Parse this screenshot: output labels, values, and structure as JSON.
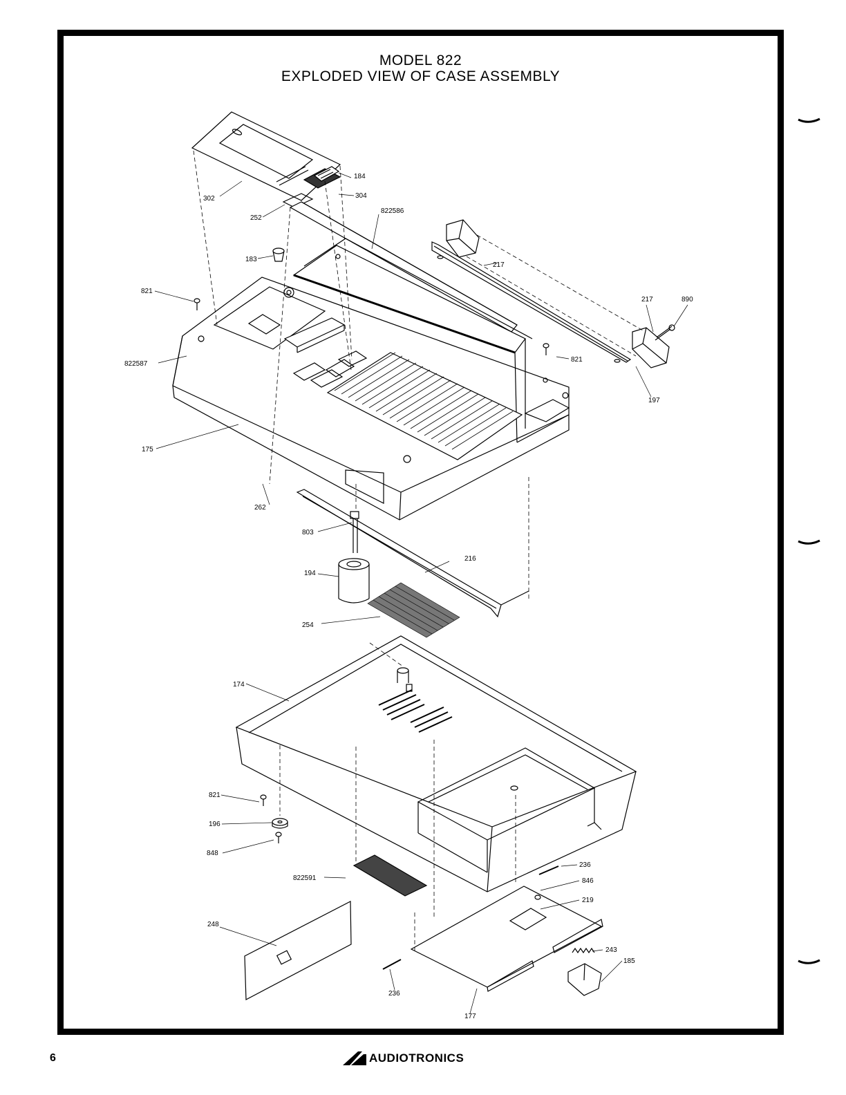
{
  "title": {
    "line1": "MODEL 822",
    "line2": "EXPLODED VIEW OF CASE ASSEMBLY"
  },
  "part_labels": {
    "p302": "302",
    "p184": "184",
    "p304": "304",
    "p252": "252",
    "p822586": "822586",
    "p183": "183",
    "p821a": "821",
    "p217a": "217",
    "p217b": "217",
    "p890": "890",
    "p821b": "821",
    "p822587": "822587",
    "p197": "197",
    "p175": "175",
    "p262": "262",
    "p803": "803",
    "p216": "216",
    "p194": "194",
    "p254": "254",
    "p174": "174",
    "p821c": "821",
    "p196": "196",
    "p848": "848",
    "p236a": "236",
    "p846": "846",
    "p822591": "822591",
    "p219": "219",
    "p248": "248",
    "p243": "243",
    "p185": "185",
    "p236b": "236",
    "p177": "177"
  },
  "footer": {
    "page_number": "6",
    "brand": "AUDIOTRONICS"
  }
}
